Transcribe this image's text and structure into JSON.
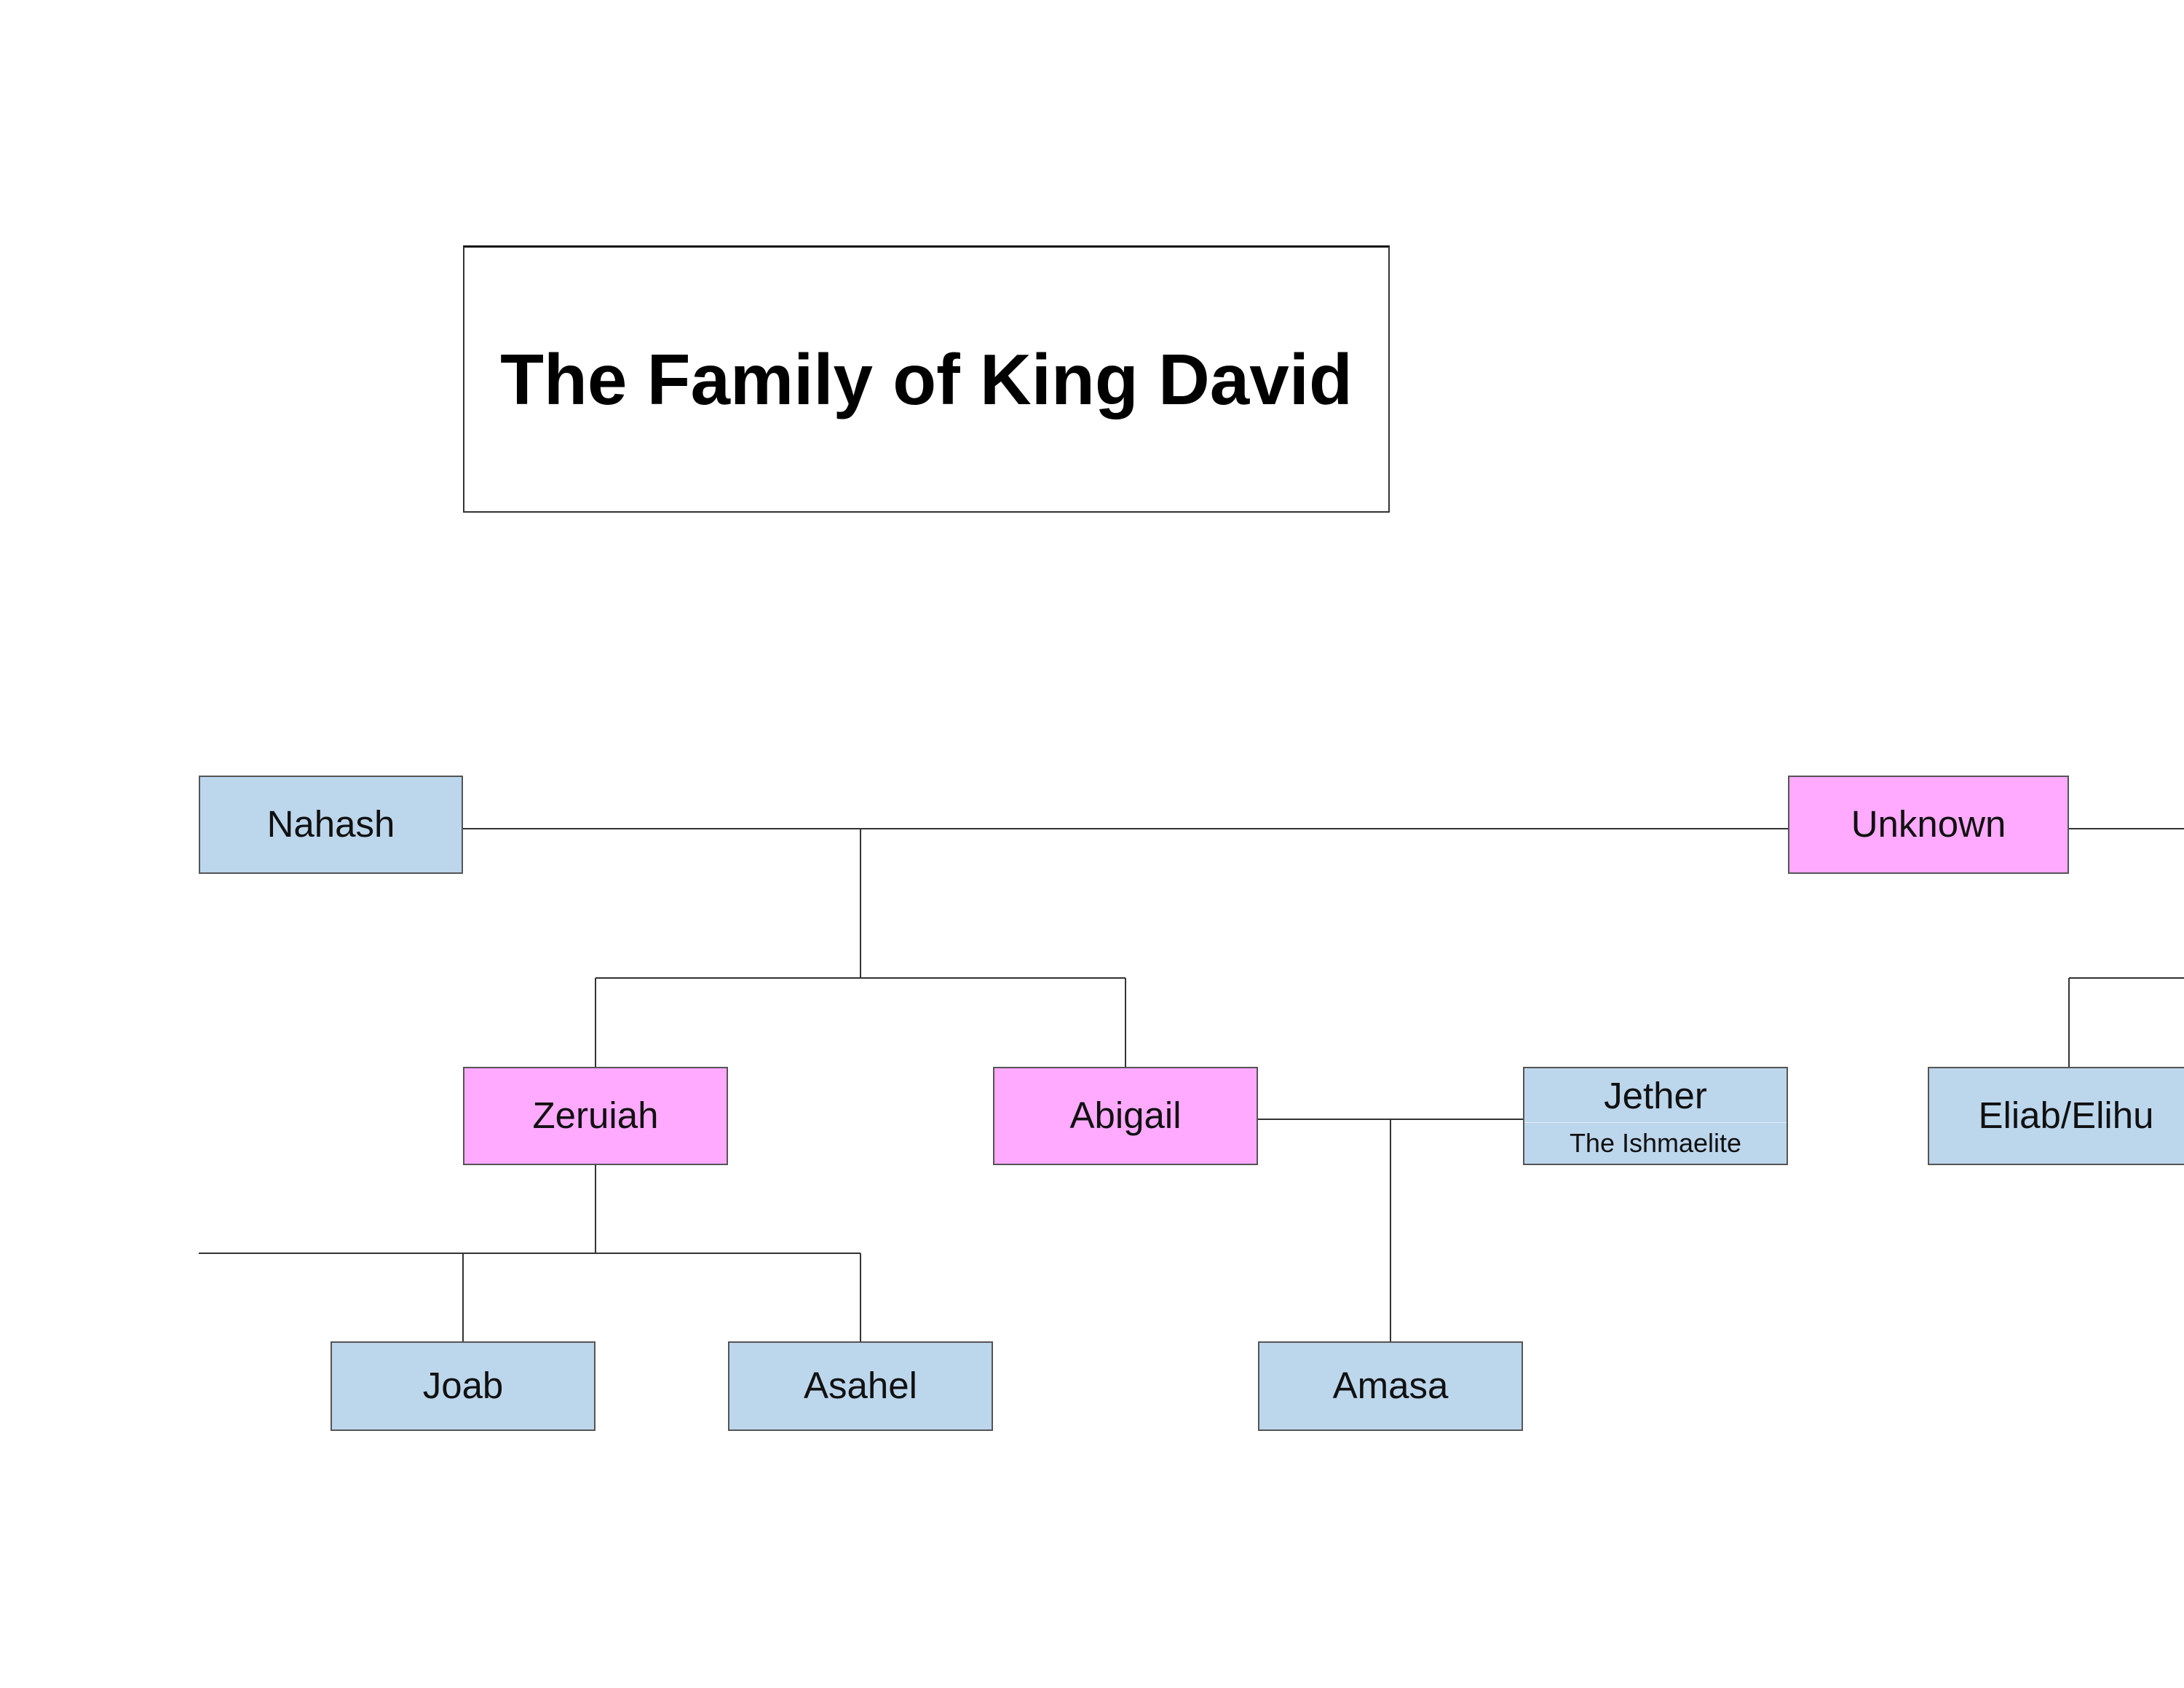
{
  "title": "The Family of King David",
  "colors": {
    "male": "#bcd6ec",
    "female": "#ffaaff",
    "line": "#333333"
  },
  "people": {
    "nahash": {
      "name": "Nahash",
      "gender": "male"
    },
    "unknown": {
      "name": "Unknown",
      "gender": "female"
    },
    "zeruiah": {
      "name": "Zeruiah",
      "gender": "female"
    },
    "abigail": {
      "name": "Abigail",
      "gender": "female"
    },
    "jether": {
      "name": "Jether",
      "subtitle": "The Ishmaelite",
      "gender": "male"
    },
    "eliab": {
      "name": "Eliab/Elihu",
      "gender": "male"
    },
    "joab": {
      "name": "Joab",
      "gender": "male"
    },
    "asahel": {
      "name": "Asahel",
      "gender": "male"
    },
    "amasa": {
      "name": "Amasa",
      "gender": "male"
    }
  },
  "relationships": {
    "unions": [
      {
        "partners": [
          "nahash",
          "unknown"
        ],
        "children": [
          "zeruiah",
          "abigail"
        ]
      },
      {
        "partners": [
          "abigail",
          "jether"
        ],
        "children": [
          "amasa"
        ]
      }
    ],
    "parent_child": [
      {
        "parent": "zeruiah",
        "children": [
          "joab",
          "asahel"
        ]
      },
      {
        "parent": "unknown",
        "children": [
          "eliab"
        ]
      }
    ]
  }
}
